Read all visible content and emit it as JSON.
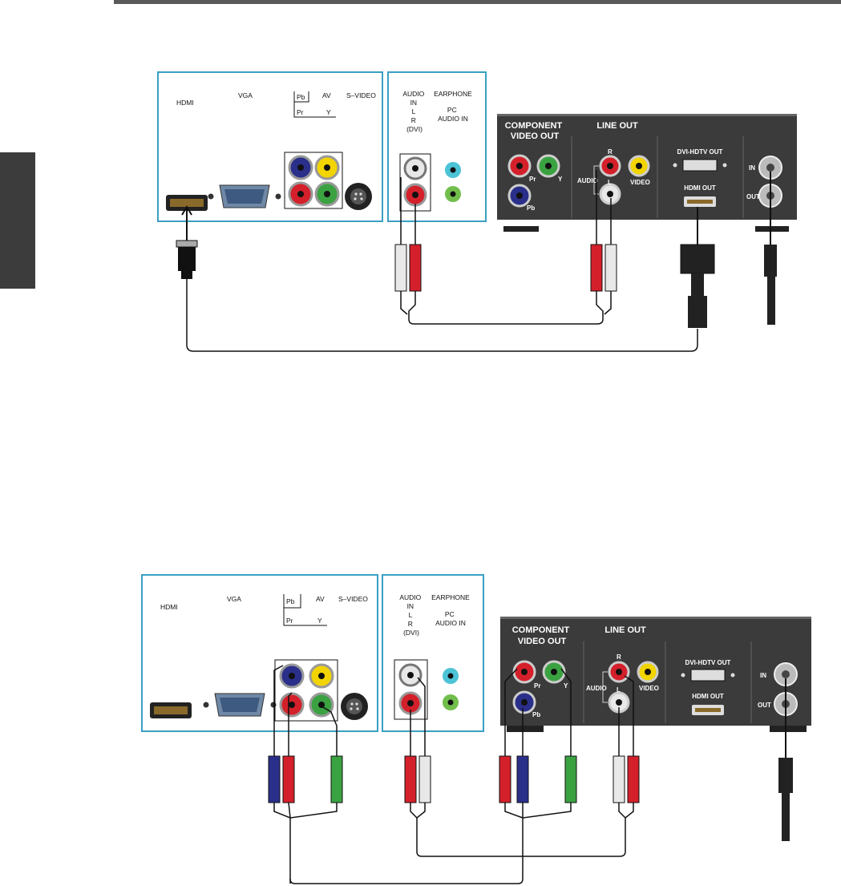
{
  "diagrams": [
    {
      "tv_panel": {
        "hdmi": "HDMI",
        "vga": "VGA",
        "pb": "Pb",
        "pr": "Pr",
        "y": "Y",
        "av": "AV",
        "svideo": "S–VIDEO",
        "audio_in": [
          "AUDIO",
          "IN",
          "L",
          "R",
          "(DVI)"
        ],
        "earphone": "EARPHONE",
        "pc_audio_in": [
          "PC",
          "AUDIO IN"
        ]
      },
      "device_panel": {
        "component_video_out": [
          "COMPONENT",
          "VIDEO OUT"
        ],
        "line_out": "LINE OUT",
        "pr": "Pr",
        "y": "Y",
        "pb": "Pb",
        "r": "R",
        "l": "L",
        "audio": "AUDIO",
        "video": "VIDEO",
        "dvi_hdtv_out": "DVI-HDTV OUT",
        "hdmi_out": "HDMI OUT",
        "in": "IN",
        "out": "OUT"
      }
    },
    {
      "tv_panel": {
        "hdmi": "HDMI",
        "vga": "VGA",
        "pb": "Pb",
        "pr": "Pr",
        "y": "Y",
        "av": "AV",
        "svideo": "S–VIDEO",
        "audio_in": [
          "AUDIO",
          "IN",
          "L",
          "R",
          "(DVI)"
        ],
        "earphone": "EARPHONE",
        "pc_audio_in": [
          "PC",
          "AUDIO IN"
        ]
      },
      "device_panel": {
        "component_video_out": [
          "COMPONENT",
          "VIDEO OUT"
        ],
        "line_out": "LINE OUT",
        "pr": "Pr",
        "y": "Y",
        "pb": "Pb",
        "r": "R",
        "l": "L",
        "audio": "AUDIO",
        "video": "VIDEO",
        "dvi_hdtv_out": "DVI-HDTV OUT",
        "hdmi_out": "HDMI OUT",
        "in": "IN",
        "out": "OUT"
      }
    }
  ],
  "colors": {
    "panel_border": "#3a9fc4",
    "device_body": "#3b3b3b",
    "jack_red": "#d4202a",
    "jack_green": "#3aa241",
    "jack_blue": "#2a2f8a",
    "jack_yellow": "#f2d400",
    "jack_white": "#e8e8e8",
    "jack_cyan": "#4cc3d6",
    "jack_lightgreen": "#72be4c"
  }
}
